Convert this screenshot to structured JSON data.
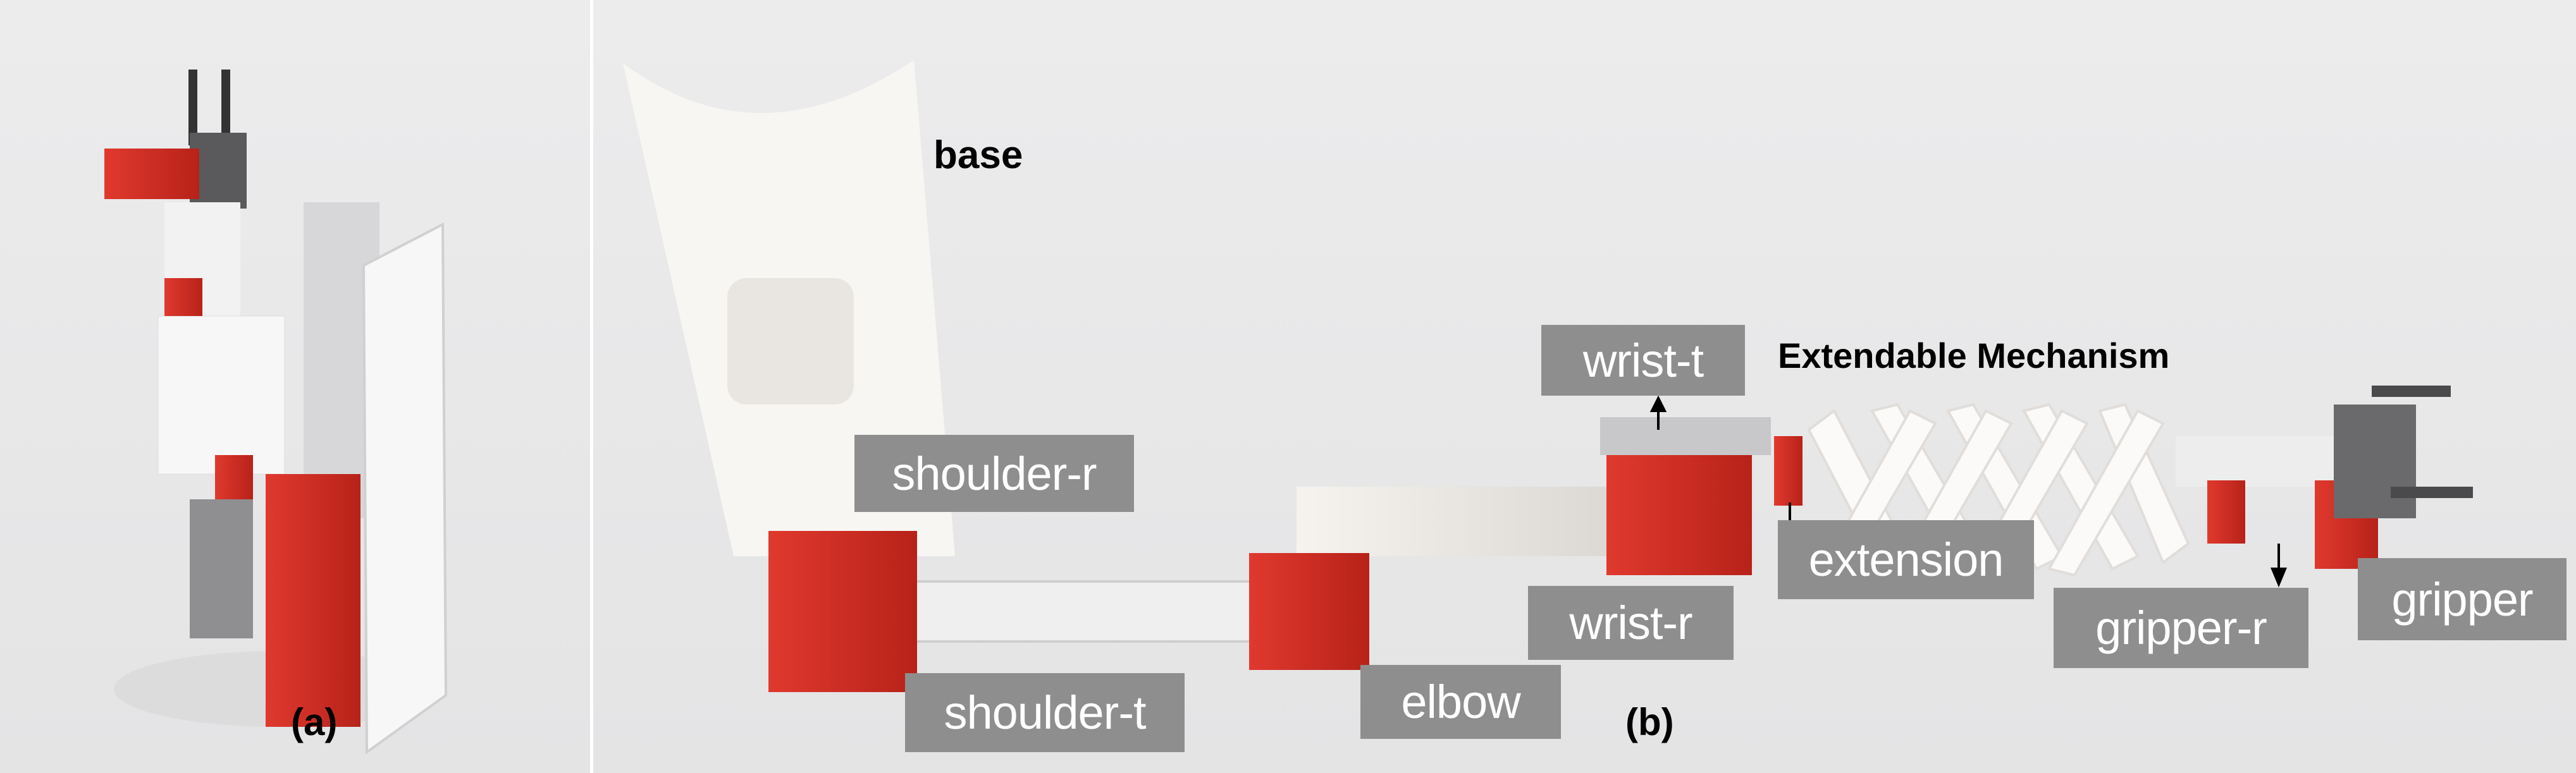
{
  "panels": [
    {
      "id": "(a)"
    },
    {
      "id": "(b)"
    }
  ],
  "annotations": {
    "base": "base",
    "extendable_mechanism": "Extendable Mechanism"
  },
  "joint_labels": {
    "shoulder_r": "shoulder-r",
    "shoulder_t": "shoulder-t",
    "elbow": "elbow",
    "wrist_t": "wrist-t",
    "wrist_r": "wrist-r",
    "extension": "extension",
    "gripper_r": "gripper-r",
    "gripper": "gripper"
  },
  "colors": {
    "servo_red": "#d9342b",
    "label_gray": "#8e8e8e",
    "background": "#ebebec"
  }
}
